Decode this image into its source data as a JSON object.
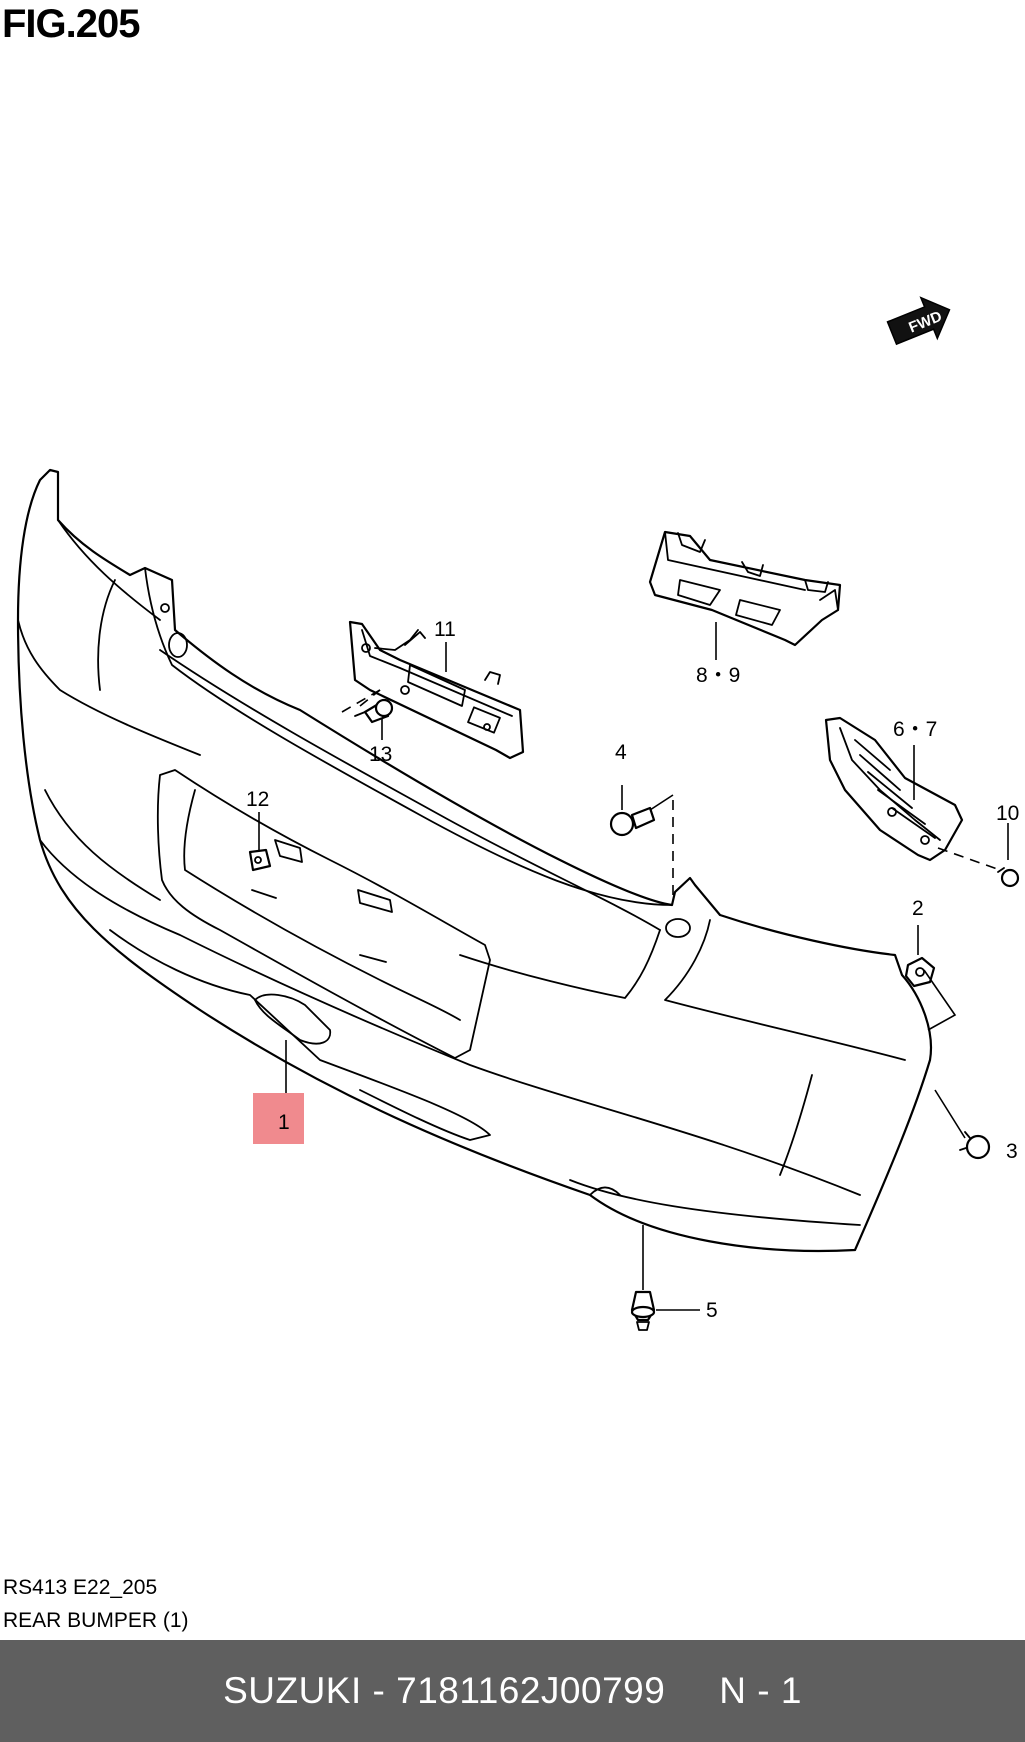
{
  "figure": {
    "title": "FIG.205",
    "fwd_label": "FWD"
  },
  "callouts": {
    "c1": "1",
    "c2": "2",
    "c3": "3",
    "c4": "4",
    "c5": "5",
    "c67": "6・7",
    "c89": "8・9",
    "c10": "10",
    "c11": "11",
    "c12": "12",
    "c13": "13"
  },
  "highlight": {
    "part": "1",
    "color": "#f08a8e"
  },
  "caption": {
    "ref_code": "RS413 E22_205",
    "part_name": "REAR BUMPER (1)"
  },
  "footer": {
    "text": "SUZUKI - 7181162J00799     N - 1",
    "bg_color": "#5f5f5f"
  }
}
